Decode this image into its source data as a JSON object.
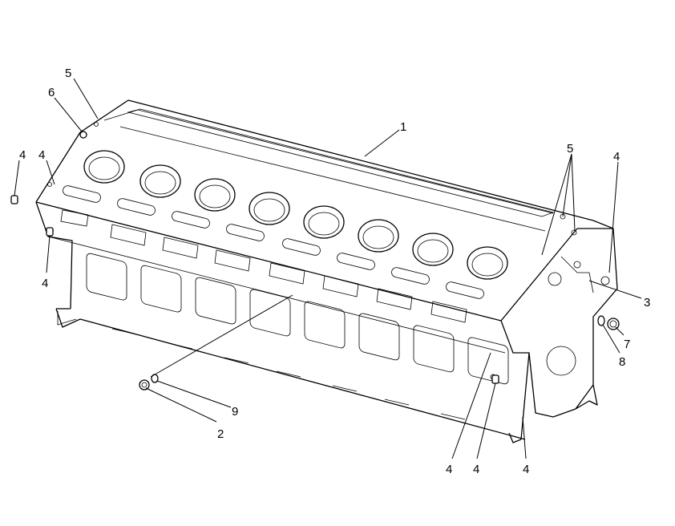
{
  "diagram": {
    "callouts": [
      "1",
      "2",
      "3",
      "4",
      "5",
      "6",
      "7",
      "8",
      "9"
    ]
  }
}
